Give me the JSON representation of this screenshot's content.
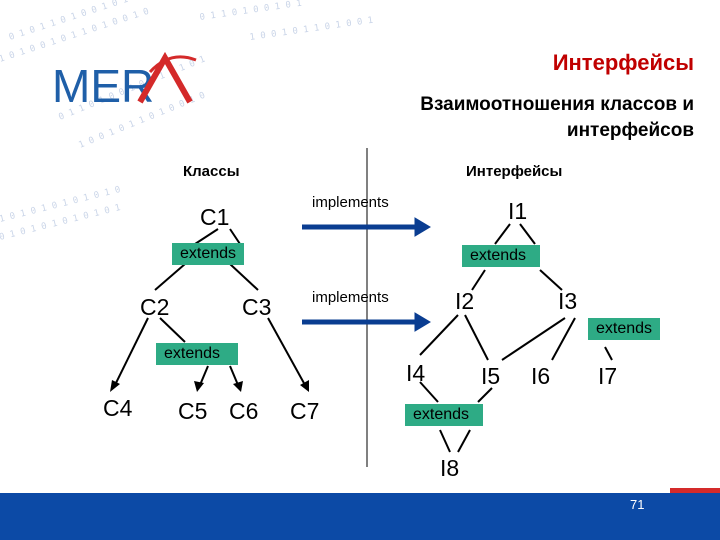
{
  "slide": {
    "title": "Интерфейсы",
    "subtitle": "Взаимоотношения классов и интерфейсов",
    "logo": "MERA",
    "page_number": "71"
  },
  "diagram": {
    "classes_header": "Классы",
    "interfaces_header": "Интерфейсы",
    "class_nodes": [
      "C1",
      "C2",
      "C3",
      "C4",
      "C5",
      "C6",
      "C7"
    ],
    "interface_nodes": [
      "I1",
      "I2",
      "I3",
      "I4",
      "I5",
      "I6",
      "I7",
      "I8"
    ],
    "extends_label": "extends",
    "implements_label": "implements"
  },
  "colors": {
    "title": "#c00000",
    "badge": "#2eab85",
    "arrow": "#0a3d91",
    "footer": "#0c4aa6",
    "logo_blue": "#1f5fa8",
    "logo_red": "#d42a2a"
  }
}
